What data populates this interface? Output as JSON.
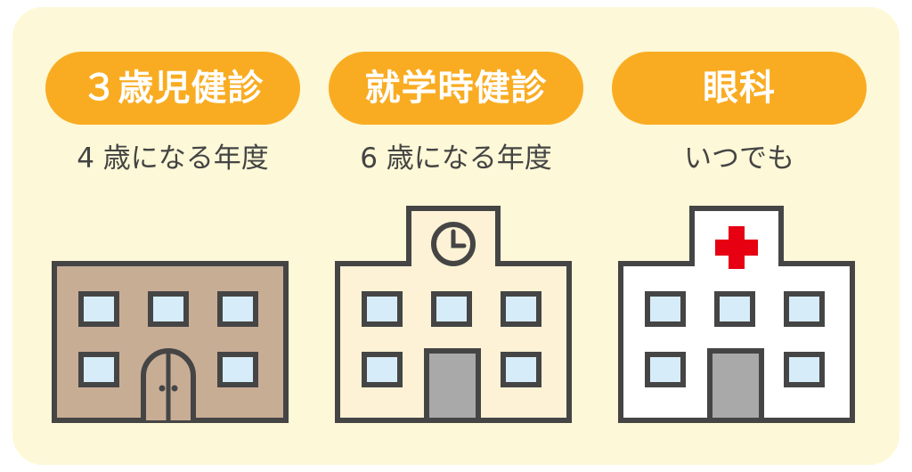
{
  "cards": [
    {
      "title": "３歳児健診",
      "subtitle": "4 歳になる年度",
      "icon": "apartment-building-icon"
    },
    {
      "title": "就学時健診",
      "subtitle": "6 歳になる年度",
      "icon": "school-building-icon"
    },
    {
      "title": "眼科",
      "subtitle": "いつでも",
      "icon": "hospital-building-icon"
    }
  ],
  "colors": {
    "background": "#fdf8d7",
    "pill": "#f9ac22",
    "outline": "#454545",
    "window": "#d6ecf9",
    "brown_building": "#c8ad95",
    "school_building": "#fdf2d6",
    "hospital_building": "#ffffff",
    "door_gray": "#a9a9a9",
    "red_cross": "#e60012"
  }
}
